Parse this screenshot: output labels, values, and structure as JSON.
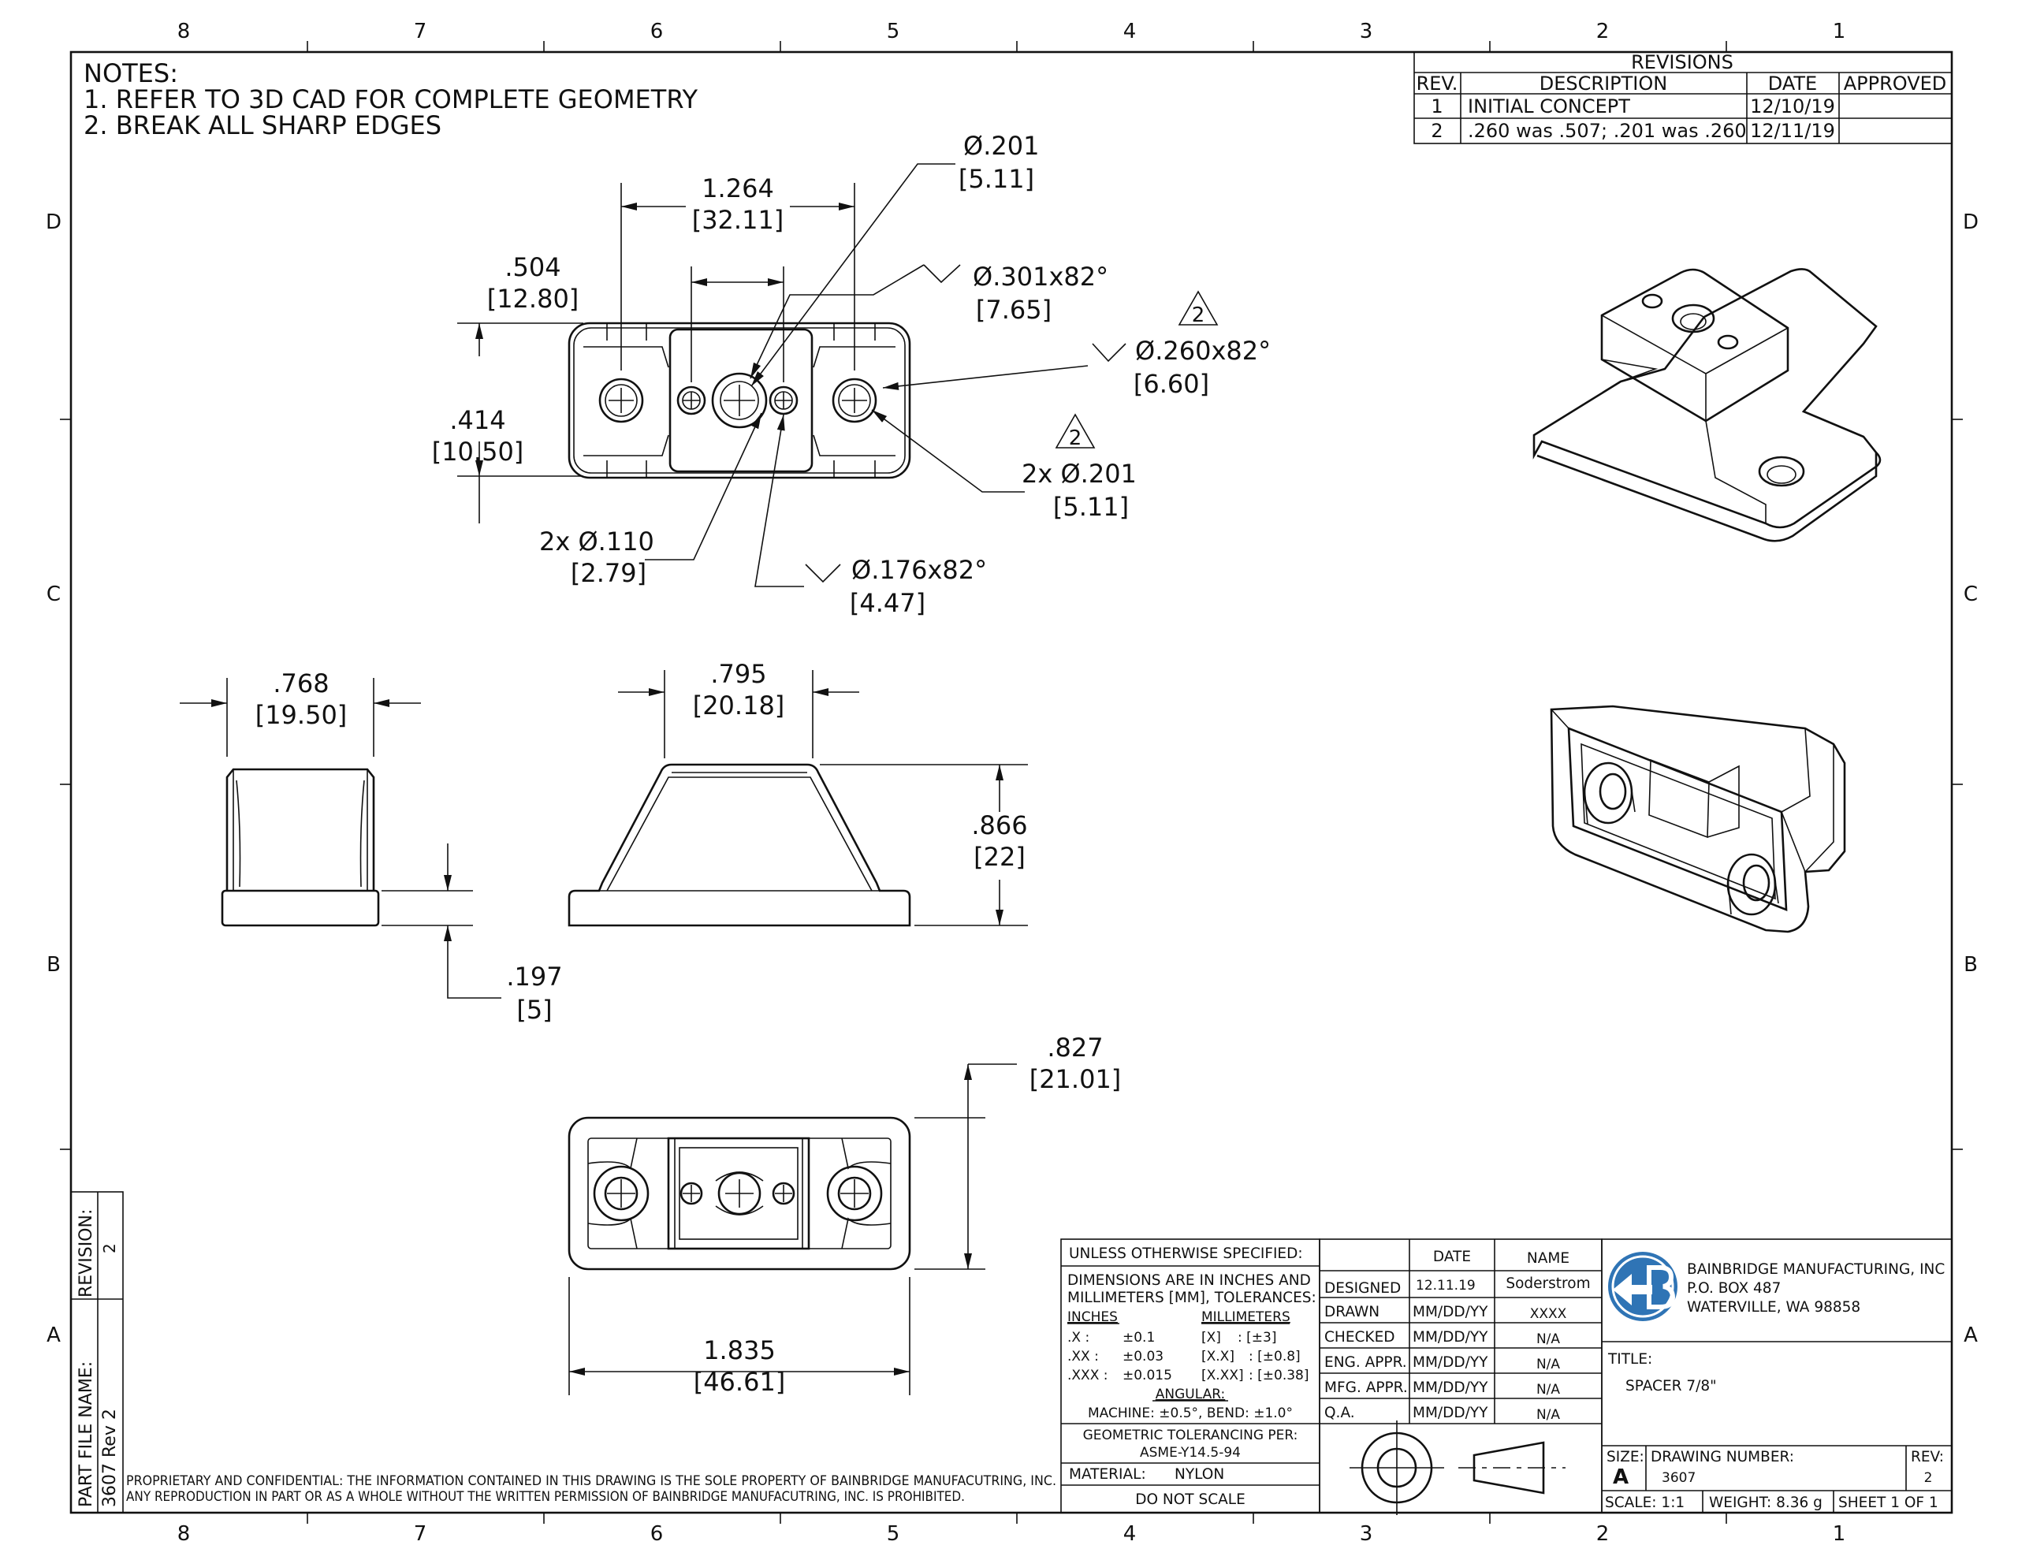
{
  "zones": {
    "columns": [
      "8",
      "7",
      "6",
      "5",
      "4",
      "3",
      "2",
      "1"
    ],
    "rows": [
      "D",
      "C",
      "B",
      "A"
    ]
  },
  "notes": {
    "heading": "NOTES:",
    "items": [
      "1.  REFER TO 3D CAD FOR COMPLETE GEOMETRY",
      "2.  BREAK ALL SHARP EDGES"
    ]
  },
  "revisions": {
    "title": "REVISIONS",
    "headers": [
      "REV.",
      "DESCRIPTION",
      "DATE",
      "APPROVED"
    ],
    "rows": [
      {
        "rev": "1",
        "description": "INITIAL CONCEPT",
        "date": "12/10/19",
        "approved": ""
      },
      {
        "rev": "2",
        "description": ".260 was .507; .201 was .260",
        "date": "12/11/19",
        "approved": ""
      }
    ]
  },
  "dimensions": {
    "d1264": {
      "in": "1.264",
      "mm": "[32.11]"
    },
    "d504": {
      "in": ".504",
      "mm": "[12.80]"
    },
    "d414": {
      "in": ".414",
      "mm": "[10.50]"
    },
    "hole201": {
      "in": ".201",
      "mm": "[5.11]"
    },
    "csk301": {
      "in": ".301x82°",
      "mm": "[7.65]"
    },
    "csk260": {
      "in": ".260x82°",
      "mm": "[6.60]"
    },
    "rev_marker": "2",
    "hole201x2": {
      "qty": "2x",
      "in": ".201",
      "mm": "[5.11]"
    },
    "hole110x2": {
      "qty": "2x",
      "in": ".110",
      "mm": "[2.79]"
    },
    "csk176": {
      "in": ".176x82°",
      "mm": "[4.47]"
    },
    "d768": {
      "in": ".768",
      "mm": "[19.50]"
    },
    "d795": {
      "in": ".795",
      "mm": "[20.18]"
    },
    "d866": {
      "in": ".866",
      "mm": "[22]"
    },
    "d197": {
      "in": ".197",
      "mm": "[5]"
    },
    "d827": {
      "in": ".827",
      "mm": "[21.01]"
    },
    "d1835": {
      "in": "1.835",
      "mm": "[46.61]"
    },
    "dia_symbol": "Ø"
  },
  "side_strip": {
    "revision_label": "REVISION:",
    "revision_value": "2",
    "file_label": "PART FILE NAME:",
    "file_value": "3607 Rev 2"
  },
  "proprietary": {
    "line1": "PROPRIETARY AND CONFIDENTIAL: THE INFORMATION CONTAINED IN THIS DRAWING IS THE SOLE PROPERTY OF BAINBRIDGE MANUFACUTRING, INC.",
    "line2": "ANY REPRODUCTION IN PART OR AS A WHOLE WITHOUT THE WRITTEN PERMISSION OF BAINBRIDGE MANUFACUTRING, INC. IS PROHIBITED."
  },
  "tolerances": {
    "header": "UNLESS OTHERWISE SPECIFIED:",
    "line1": "DIMENSIONS ARE IN INCHES AND",
    "line2": "MILLIMETERS [MM], TOLERANCES:",
    "inches_label": "INCHES",
    "mm_label": "MILLIMETERS",
    "rows": [
      {
        "in_k": ".X :",
        "in_v": "±0.1",
        "mm_k": "[X]",
        "mm_v": ": [±3]"
      },
      {
        "in_k": ".XX :",
        "in_v": "±0.03",
        "mm_k": "[X.X]",
        "mm_v": ": [±0.8]"
      },
      {
        "in_k": ".XXX :",
        "in_v": "±0.015",
        "mm_k": "[X.XX]",
        "mm_v": ": [±0.38]"
      }
    ],
    "angular_label": "ANGULAR:",
    "angular_value": "MACHINE: ±0.5°, BEND: ±1.0°",
    "gt_line1": "GEOMETRIC TOLERANCING PER:",
    "gt_line2": "ASME-Y14.5-94",
    "material_label": "MATERIAL:",
    "material_value": "NYLON",
    "do_not_scale": "DO NOT SCALE"
  },
  "approvals": {
    "date_header": "DATE",
    "name_header": "NAME",
    "rows": [
      {
        "role": "DESIGNED",
        "date": "12.11.19",
        "name": "Soderstrom"
      },
      {
        "role": "DRAWN",
        "date": "MM/DD/YY",
        "name": "XXXX"
      },
      {
        "role": "CHECKED",
        "date": "MM/DD/YY",
        "name": "N/A"
      },
      {
        "role": "ENG. APPR.",
        "date": "MM/DD/YY",
        "name": "N/A"
      },
      {
        "role": "MFG. APPR.",
        "date": "MM/DD/YY",
        "name": "N/A"
      },
      {
        "role": "Q.A.",
        "date": "MM/DD/YY",
        "name": "N/A"
      }
    ]
  },
  "company": {
    "name": "BAINBRIDGE MANUFACTURING, INC",
    "address1": "P.O. BOX 487",
    "address2": "WATERVILLE, WA 98858",
    "logo_color": "#2f74b5"
  },
  "title_block": {
    "title_label": "TITLE:",
    "title_value": "SPACER  7/8\"",
    "size_label": "SIZE:",
    "size_value": "A",
    "drawing_number_label": "DRAWING NUMBER:",
    "drawing_number_value": "3607",
    "rev_label": "REV:",
    "rev_value": "2",
    "scale": "SCALE: 1:1",
    "weight": "WEIGHT: 8.36 g",
    "sheet": "SHEET 1 OF 1"
  }
}
